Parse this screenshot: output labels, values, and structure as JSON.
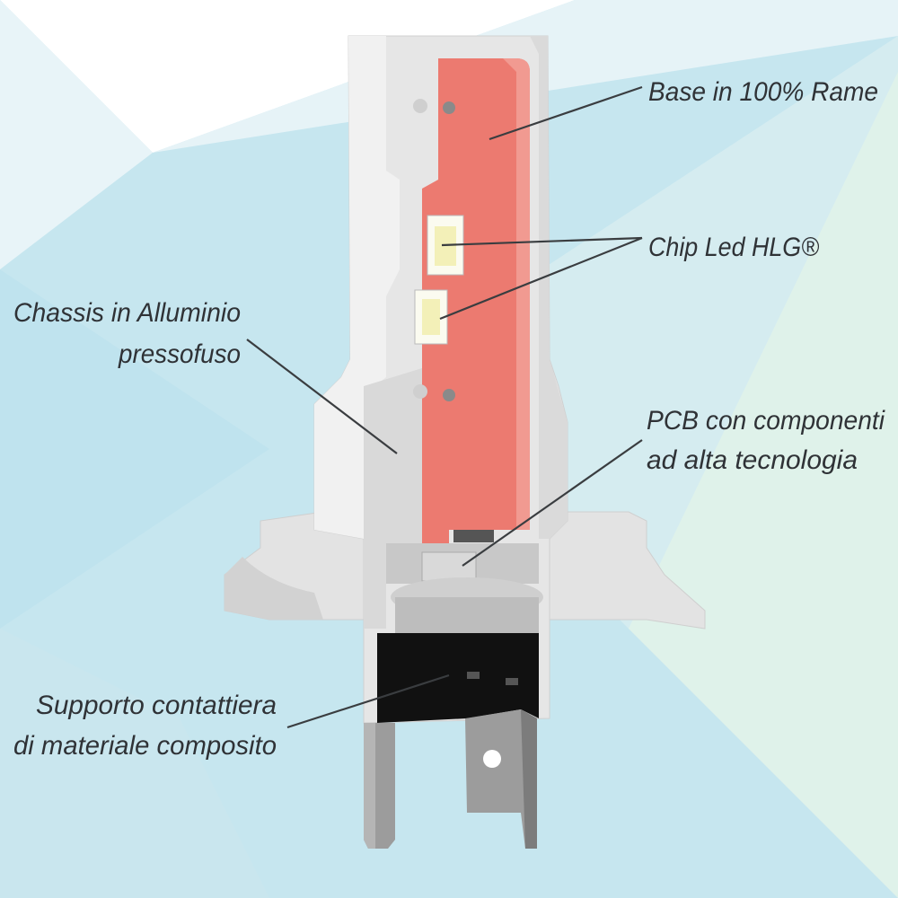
{
  "labels": {
    "base": "Base in 100% Rame",
    "chip": "Chip Led HLG®",
    "chassis_line1": "Chassis in Alluminio",
    "chassis_line2": "pressofuso",
    "pcb_line1": "PCB con componenti",
    "pcb_line2": "ad alta tecnologia",
    "support_line1": "Supporto contattiera",
    "support_line2": "di materiale composito"
  },
  "colors": {
    "background": "#c6e6ef",
    "copper_plate": "#ec7a70",
    "chassis": "#e4e4e4",
    "composite_support": "#111111",
    "terminals": "#9c9c9c"
  }
}
